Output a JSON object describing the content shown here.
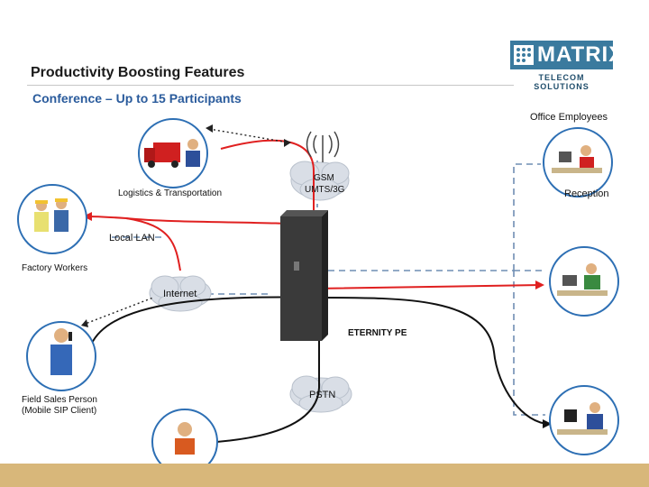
{
  "header": {
    "title": "Productivity Boosting Features",
    "subtitle": "Conference – Up to 15 Participants"
  },
  "logo": {
    "name": "MATRIX",
    "tagline": "TELECOM SOLUTIONS"
  },
  "labels": {
    "office_employees": "Office Employees",
    "reception": "Reception",
    "logistics": "Logistics & Transportation",
    "gsm": "GSM",
    "umts": "UMTS/3G",
    "local_lan": "Local LAN",
    "factory_workers": "Factory Workers",
    "internet": "Internet",
    "eternity": "ETERNITY PE",
    "field_sales_1": "Field Sales Person",
    "field_sales_2": "(Mobile SIP Client)",
    "pstn": "PSTN"
  },
  "colors": {
    "conference_line": "#e02020",
    "call_line": "#111111",
    "lan_dash": "#6f8db3",
    "cloud": "#d9dee6",
    "accent": "#2a5b9c",
    "footer": "#d8b77a"
  },
  "icons": [
    "truck-driver-icon",
    "factory-workers-icon",
    "field-sales-icon",
    "receptionist-icon",
    "office-employee-icon",
    "cell-tower-icon",
    "pbx-device-icon"
  ]
}
